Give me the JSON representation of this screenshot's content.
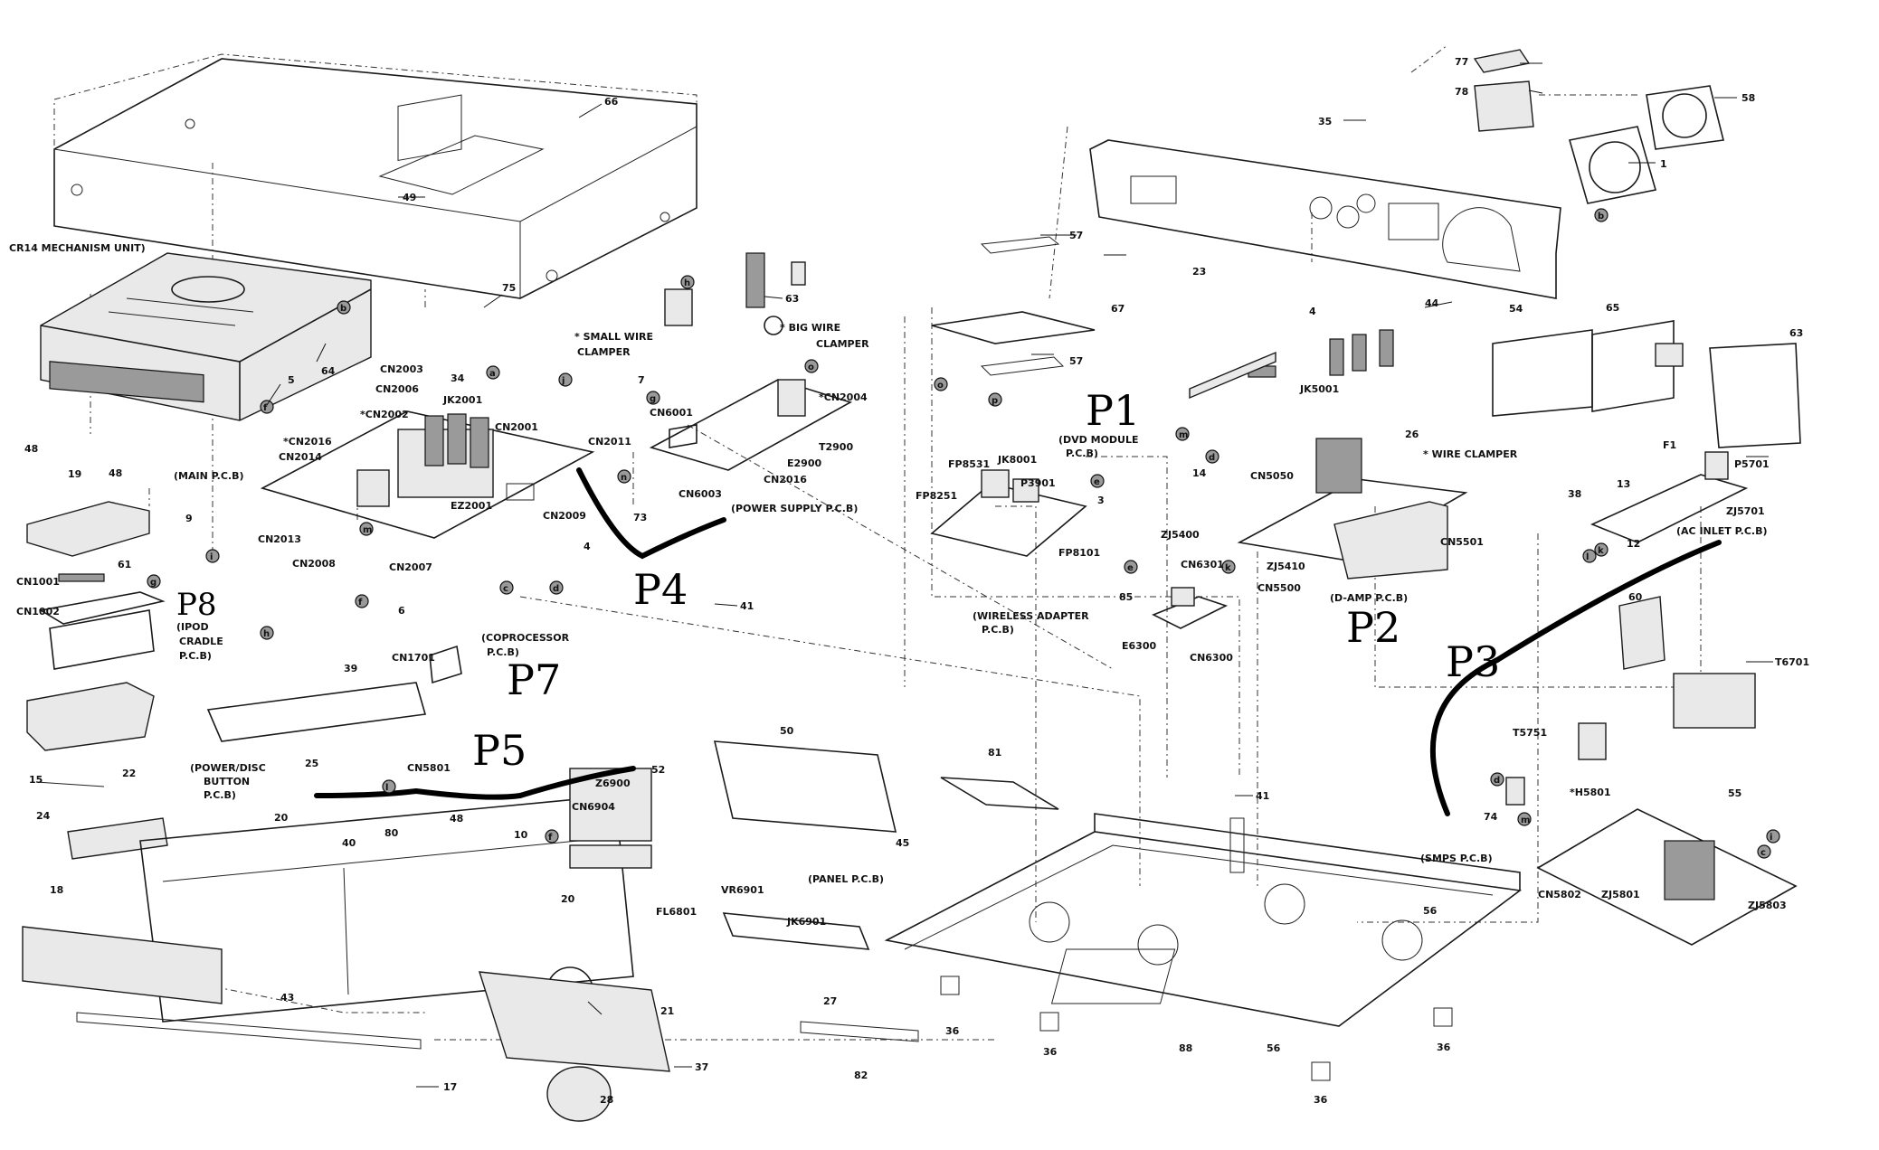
{
  "labels": {
    "mechanism": "CR14 MECHANISM UNIT)",
    "main_pcb": "(MAIN P.C.B)",
    "power_supply_pcb": "(POWER SUPPLY P.C.B)",
    "coprocessor_pcb_1": "(COPROCESSOR",
    "coprocessor_pcb_2": "P.C.B)",
    "ipod_cradle_1": "(IPOD",
    "ipod_cradle_2": "CRADLE",
    "ipod_cradle_3": "P.C.B)",
    "power_disc_1": "(POWER/DISC",
    "power_disc_2": "BUTTON",
    "power_disc_3": "P.C.B)",
    "dvd_module_1": "(DVD MODULE",
    "dvd_module_2": "P.C.B)",
    "wireless_1": "(WIRELESS ADAPTER",
    "wireless_2": "P.C.B)",
    "damp_pcb": "(D-AMP P.C.B)",
    "ac_inlet_pcb": "(AC INLET P.C.B)",
    "smps_pcb": "(SMPS P.C.B)",
    "panel_pcb": "(PANEL P.C.B)",
    "small_wire_1": "* SMALL WIRE",
    "small_wire_2": "CLAMPER",
    "big_wire_1": "* BIG WIRE",
    "big_wire_2": "CLAMPER",
    "wire_clamper": "* WIRE CLAMPER"
  },
  "handwritten": {
    "p1": "P1",
    "p2": "P2",
    "p3": "P3",
    "p4": "P4",
    "p5": "P5",
    "p7": "P7",
    "p8": "P8"
  },
  "refs": {
    "cn2003": "CN2003",
    "cn2006": "CN2006",
    "cn2002": "*CN2002",
    "jk2001": "JK2001",
    "cn2001": "CN2001",
    "cn2016a": "*CN2016",
    "cn2014": "CN2014",
    "ez2001": "EZ2001",
    "cn2009": "CN2009",
    "cn2013": "CN2013",
    "cn2008": "CN2008",
    "cn2007": "CN2007",
    "cn2011": "CN2011",
    "cn6001": "CN6001",
    "cn6003": "CN6003",
    "cn2016b": "CN2016",
    "e2900": "E2900",
    "t2900": "T2900",
    "cn2004": "*CN2004",
    "cn1701": "CN1701",
    "cn1001": "CN1001",
    "cn1002": "CN1002",
    "fp8531": "FP8531",
    "jk8001": "JK8001",
    "fp8251": "FP8251",
    "p3901": "P3901",
    "fp8101": "FP8101",
    "jk5001": "JK5001",
    "cn5050": "CN5050",
    "zj5400": "ZJ5400",
    "zj5410": "ZJ5410",
    "cn5500": "CN5500",
    "cn5501": "CN5501",
    "cn6301": "CN6301",
    "e6300": "E6300",
    "cn6300": "CN6300",
    "f1": "F1",
    "p5701": "P5701",
    "zj5701": "ZJ5701",
    "t6701": "T6701",
    "t5751": "T5751",
    "h5801": "*H5801",
    "cn5802": "CN5802",
    "zj5801": "ZJ5801",
    "zj5803": "ZJ5803",
    "cn5801": "CN5801",
    "z6900": "Z6900",
    "cn6904": "CN6904",
    "vr6901": "VR6901",
    "fl6801": "FL6801",
    "jk6901": "JK6901"
  },
  "numbers": {
    "n66": "66",
    "n49": "49",
    "n64": "64",
    "n5": "5",
    "n75": "75",
    "n34": "34",
    "n63a": "63",
    "n7": "7",
    "n73": "73",
    "n41a": "41",
    "n9": "9",
    "n6": "6",
    "n4": "4",
    "n48a": "48",
    "n19": "19",
    "n48b": "48",
    "n61": "61",
    "n22": "22",
    "n15": "15",
    "n39": "39",
    "n25": "25",
    "n24": "24",
    "n20a": "20",
    "n40": "40",
    "n80": "80",
    "n48c": "48",
    "n10": "10",
    "n52": "52",
    "n50": "50",
    "n45": "45",
    "n20b": "20",
    "n18": "18",
    "n43": "43",
    "n21": "21",
    "n27": "27",
    "n17": "17",
    "n37": "37",
    "n28": "28",
    "n82": "82",
    "n36a": "36",
    "n36b": "36",
    "n36c": "36",
    "n36d": "36",
    "n88": "88",
    "n56a": "56",
    "n56b": "56",
    "n81": "81",
    "n41b": "41",
    "n77": "77",
    "n78": "78",
    "n58": "58",
    "n1": "1",
    "n35": "35",
    "n23": "23",
    "n57a": "57",
    "n57b": "57",
    "n67": "67",
    "n3": "3",
    "n44": "44",
    "n14": "14",
    "n26": "26",
    "n85": "85",
    "n54": "54",
    "n65": "65",
    "n63b": "63",
    "n38": "38",
    "n13": "13",
    "n12": "12",
    "n60": "60",
    "n74": "74",
    "n55": "55"
  },
  "callout_letters": {
    "a": "a",
    "b": "b",
    "c": "c",
    "d": "d",
    "e": "e",
    "f": "f",
    "g": "g",
    "h": "h",
    "i": "i",
    "j": "j",
    "k": "k",
    "l": "l",
    "m": "m",
    "n": "n",
    "o": "o",
    "p": "p"
  }
}
